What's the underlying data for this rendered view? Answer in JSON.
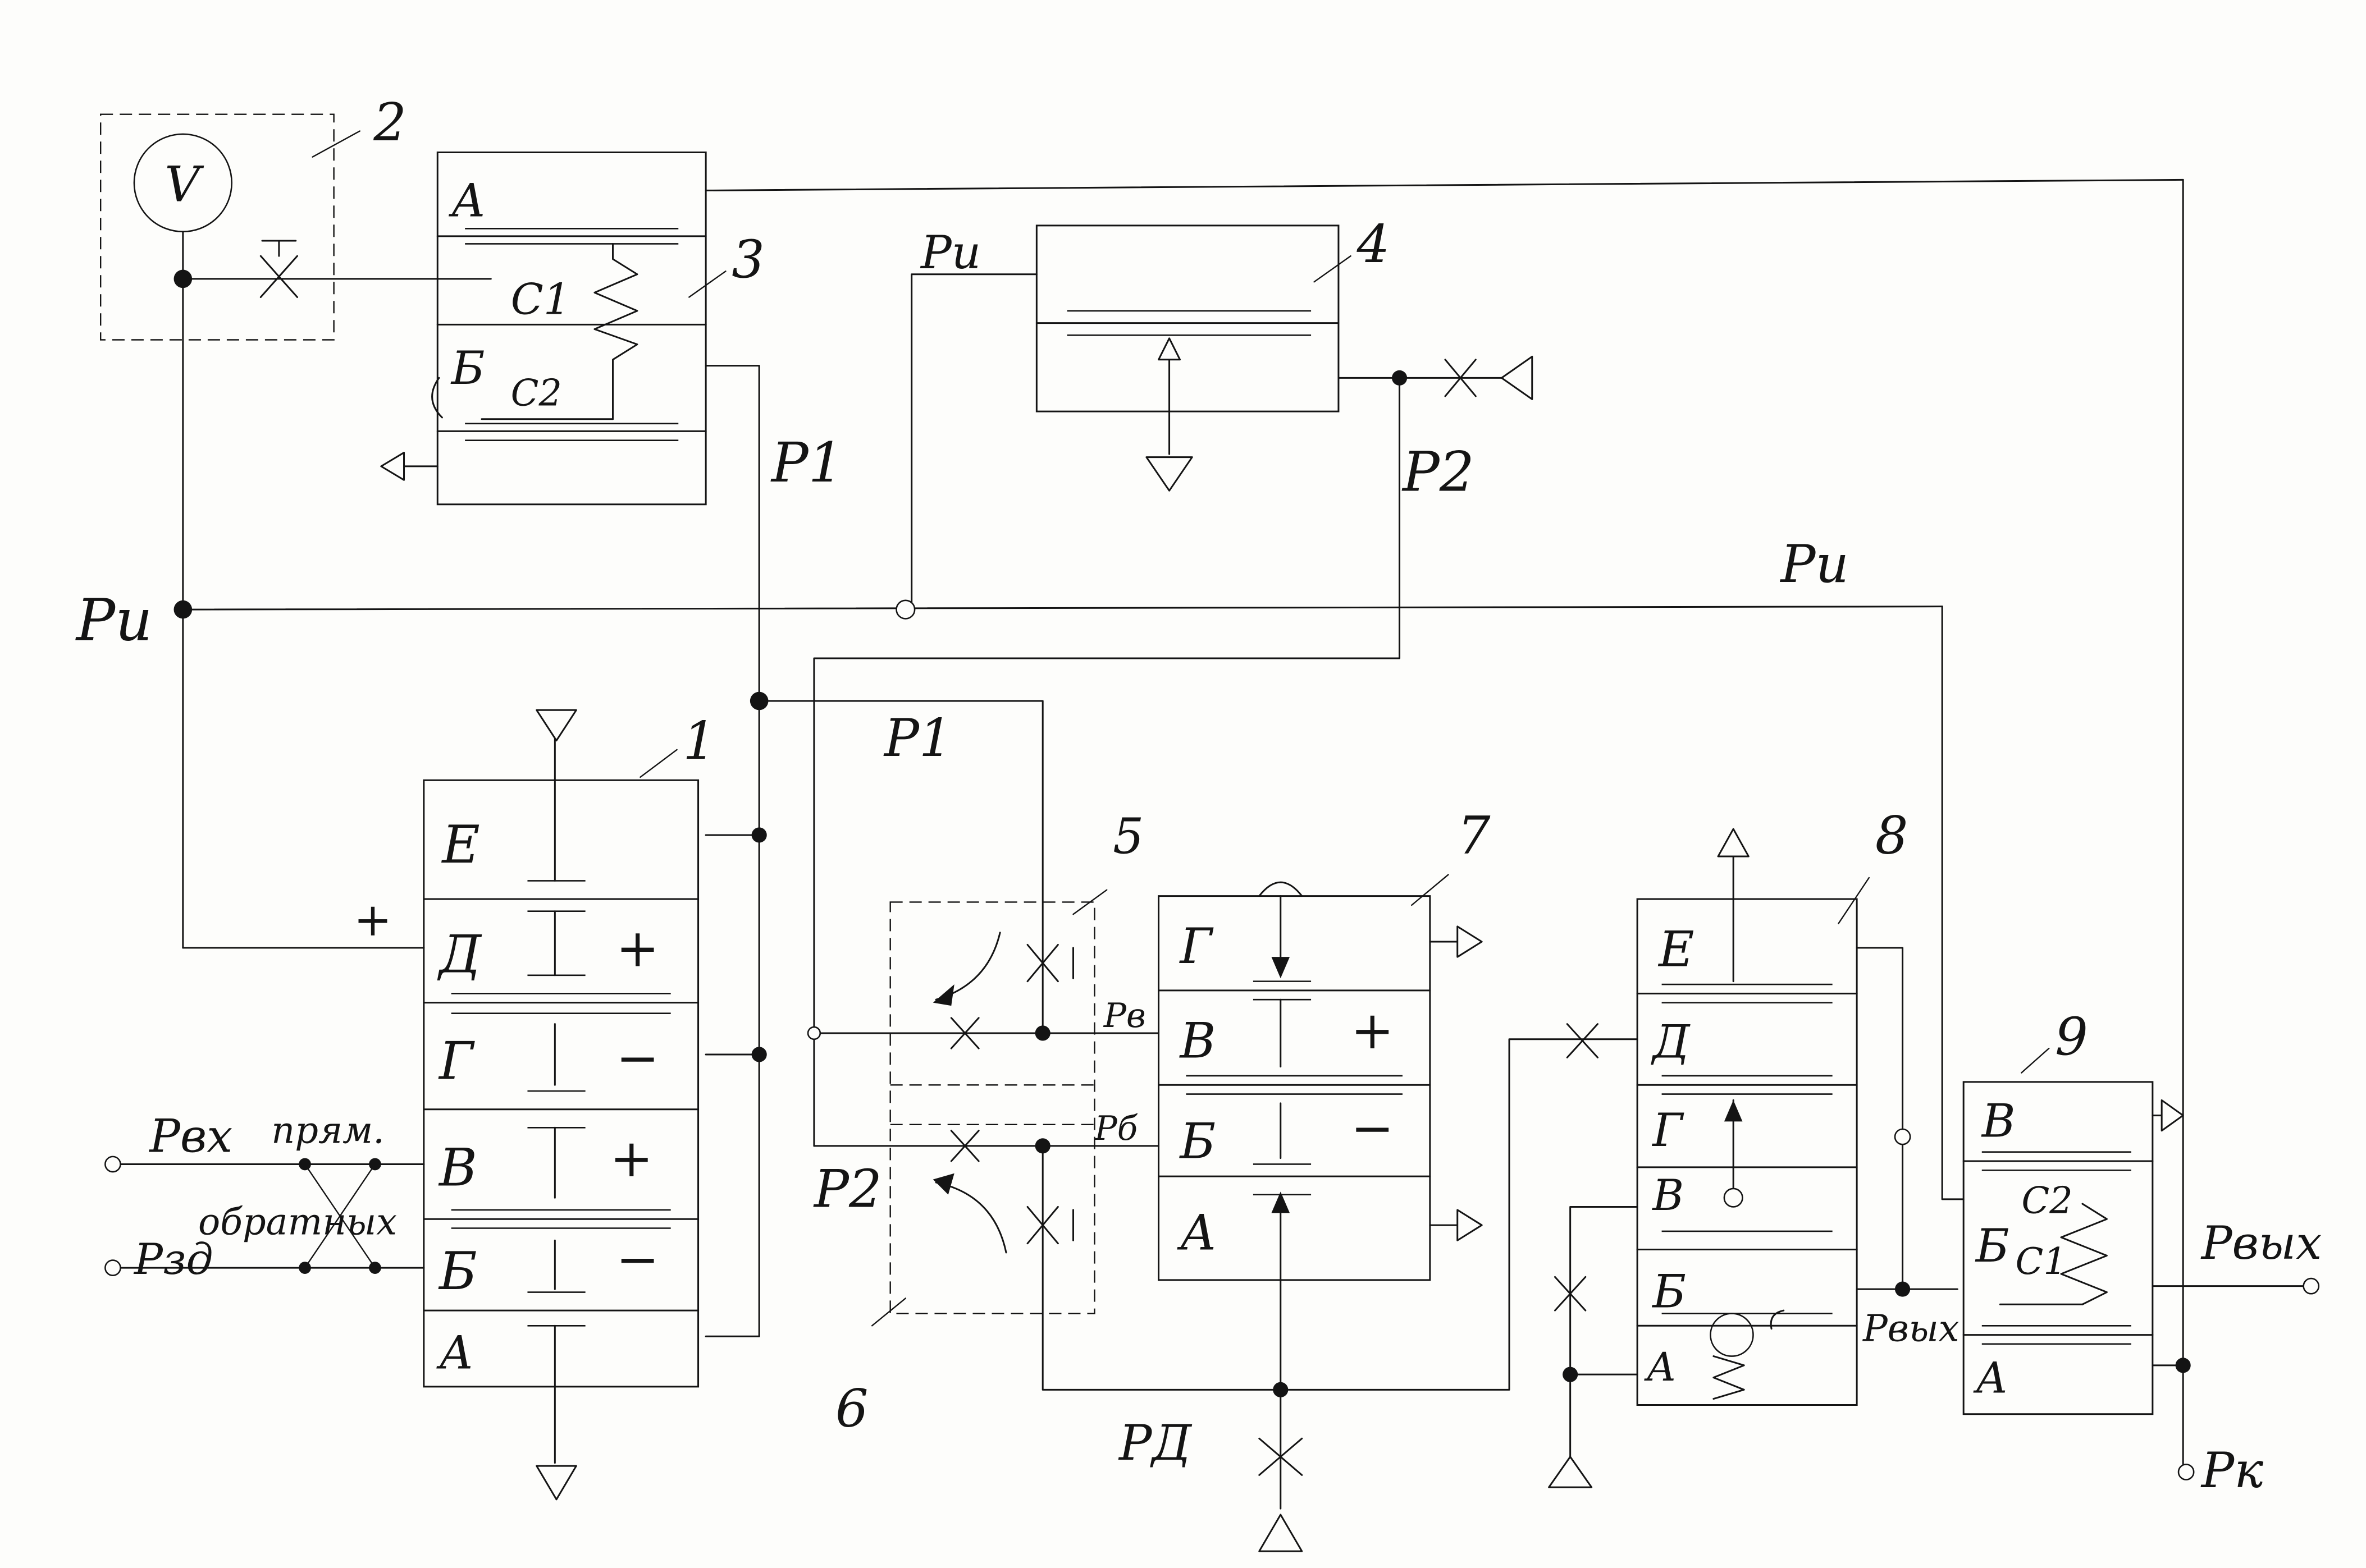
{
  "blocks": {
    "b1": {
      "number": "1",
      "chambers": [
        "Е",
        "Д",
        "Г",
        "В",
        "Б",
        "А"
      ],
      "signs": {
        "D_in": "+",
        "D": "+",
        "G": "−",
        "V": "+",
        "B": "−"
      }
    },
    "b2": {
      "number": "2",
      "gauge": "V"
    },
    "b3": {
      "number": "3",
      "chambers": [
        "А",
        "Б"
      ],
      "springs": [
        "С1",
        "С2"
      ]
    },
    "b4": {
      "number": "4",
      "input": "Ри"
    },
    "b5": {
      "number": "5"
    },
    "b6": {
      "number": "6"
    },
    "b7": {
      "number": "7",
      "chambers": [
        "Г",
        "В",
        "Б",
        "А"
      ],
      "signs": {
        "V": "+",
        "B": "−"
      },
      "ports": {
        "v": "Рв",
        "b": "Рб"
      }
    },
    "b8": {
      "number": "8",
      "chambers": [
        "Е",
        "Д",
        "Г",
        "В",
        "Б",
        "А"
      ],
      "out": "Рвых"
    },
    "b9": {
      "number": "9",
      "chambers": [
        "В",
        "Б",
        "А"
      ],
      "springs": [
        "С2",
        "С1"
      ]
    }
  },
  "signals": {
    "p1": "Р1",
    "p2": "Р2",
    "pi": "Ри",
    "pvx": "Рвх",
    "pzd": "Рзд",
    "pd": "РД",
    "pout": "Рвых",
    "pk": "Рк"
  },
  "switch": {
    "direct": "прям.",
    "reverse": "обратных"
  }
}
